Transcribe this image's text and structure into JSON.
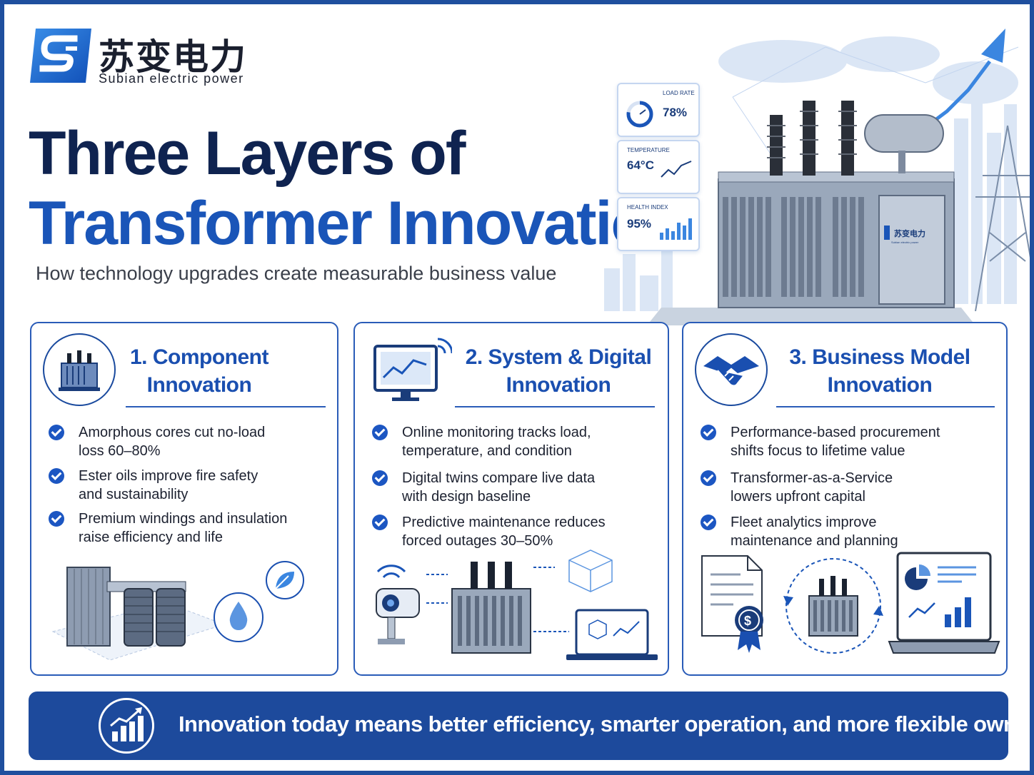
{
  "brand": {
    "name_cn": "苏变电力",
    "name_en": "Subian electric power"
  },
  "header": {
    "title_line1": "Three Layers of",
    "title_line2": "Transformer Innovation",
    "subtitle": "How technology upgrades create measurable business value"
  },
  "hero": {
    "metrics": [
      {
        "label": "LOAD RATE",
        "value": "78%",
        "level": 0.78
      },
      {
        "label": "TEMPERATURE",
        "value": "64°C"
      },
      {
        "label": "HEALTH INDEX",
        "value": "95%",
        "level": 0.95
      }
    ],
    "unit_plate_cn": "苏变电力",
    "unit_plate_en": "Subian electric power"
  },
  "cards": [
    {
      "title_line1": "1. Component",
      "title_line2": "Innovation",
      "bullets": [
        {
          "line1": "Amorphous cores cut no-load",
          "line2": "loss 60–80%"
        },
        {
          "line1": "Ester oils improve fire safety",
          "line2": "and sustainability"
        },
        {
          "line1": "Premium windings and insulation",
          "line2": "raise efficiency and life"
        }
      ]
    },
    {
      "title_line1": "2. System & Digital",
      "title_line2": "Innovation",
      "bullets": [
        {
          "line1": "Online monitoring tracks load,",
          "line2": "temperature, and condition"
        },
        {
          "line1": "Digital twins compare live data",
          "line2": "with design baseline"
        },
        {
          "line1": "Predictive maintenance reduces",
          "line2": "forced outages 30–50%"
        }
      ]
    },
    {
      "title_line1": "3. Business Model",
      "title_line2": "Innovation",
      "bullets": [
        {
          "line1": "Performance-based procurement",
          "line2": "shifts focus to lifetime value"
        },
        {
          "line1": "Transformer-as-a-Service",
          "line2": "lowers upfront capital"
        },
        {
          "line1": "Fleet analytics improve",
          "line2": "maintenance and planning"
        }
      ]
    }
  ],
  "banner": {
    "text": "Innovation today means better efficiency, smarter operation, and more flexible ownership."
  },
  "colors": {
    "primary": "#1a55b8",
    "dark_navy": "#0f2350",
    "banner_bg": "#1d4a9c",
    "accent_light": "#c5d6f0"
  }
}
